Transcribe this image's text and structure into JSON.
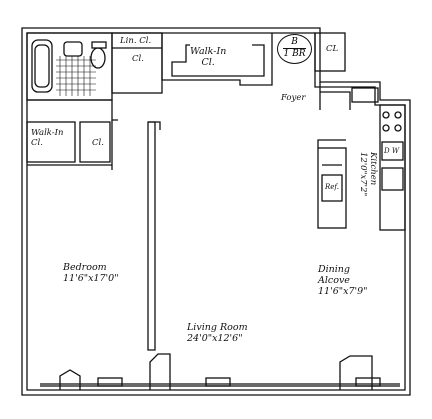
{
  "unit": {
    "line1": "B",
    "line2": "1 BR"
  },
  "rooms": {
    "linen_closet": {
      "label": "Lin. Cl."
    },
    "closet_upper": {
      "label": "Cl."
    },
    "walk_in_upper": {
      "line1": "Walk-In",
      "line2": "Cl."
    },
    "closet_top_right": {
      "label": "CL"
    },
    "foyer": {
      "label": "Foyer"
    },
    "walk_in_left": {
      "line1": "Walk-In",
      "line2": "Cl."
    },
    "closet_left": {
      "label": "Cl."
    },
    "kitchen": {
      "name": "Kitchen",
      "size": "12'0\"x7'2\""
    },
    "dw": {
      "label": "D W"
    },
    "refrigerator": {
      "label": "Ref."
    },
    "bedroom": {
      "name": "Bedroom",
      "size": "11'6\"x17'0\""
    },
    "dining": {
      "line1": "Dining",
      "line2": "Alcove",
      "size": "11'6\"x7'9\""
    },
    "living": {
      "name": "Living Room",
      "size": "24'0\"x12'6\""
    }
  }
}
